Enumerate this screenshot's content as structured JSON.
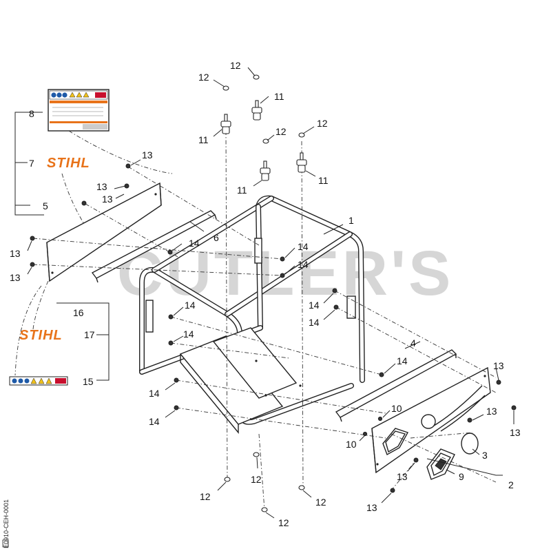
{
  "watermark": "CUTLER'S",
  "brand_logo": "STIHL",
  "side_code": "E0910-CEH-0001",
  "callouts": {
    "c1": "1",
    "c2": "2",
    "c3": "3",
    "c4": "4",
    "c5": "5",
    "c6": "6",
    "c7": "7",
    "c8": "8",
    "c9": "9",
    "c10": "10",
    "c11": "11",
    "c12": "12",
    "c13": "13",
    "c14": "14",
    "c15": "15",
    "c16": "16",
    "c17": "17"
  }
}
